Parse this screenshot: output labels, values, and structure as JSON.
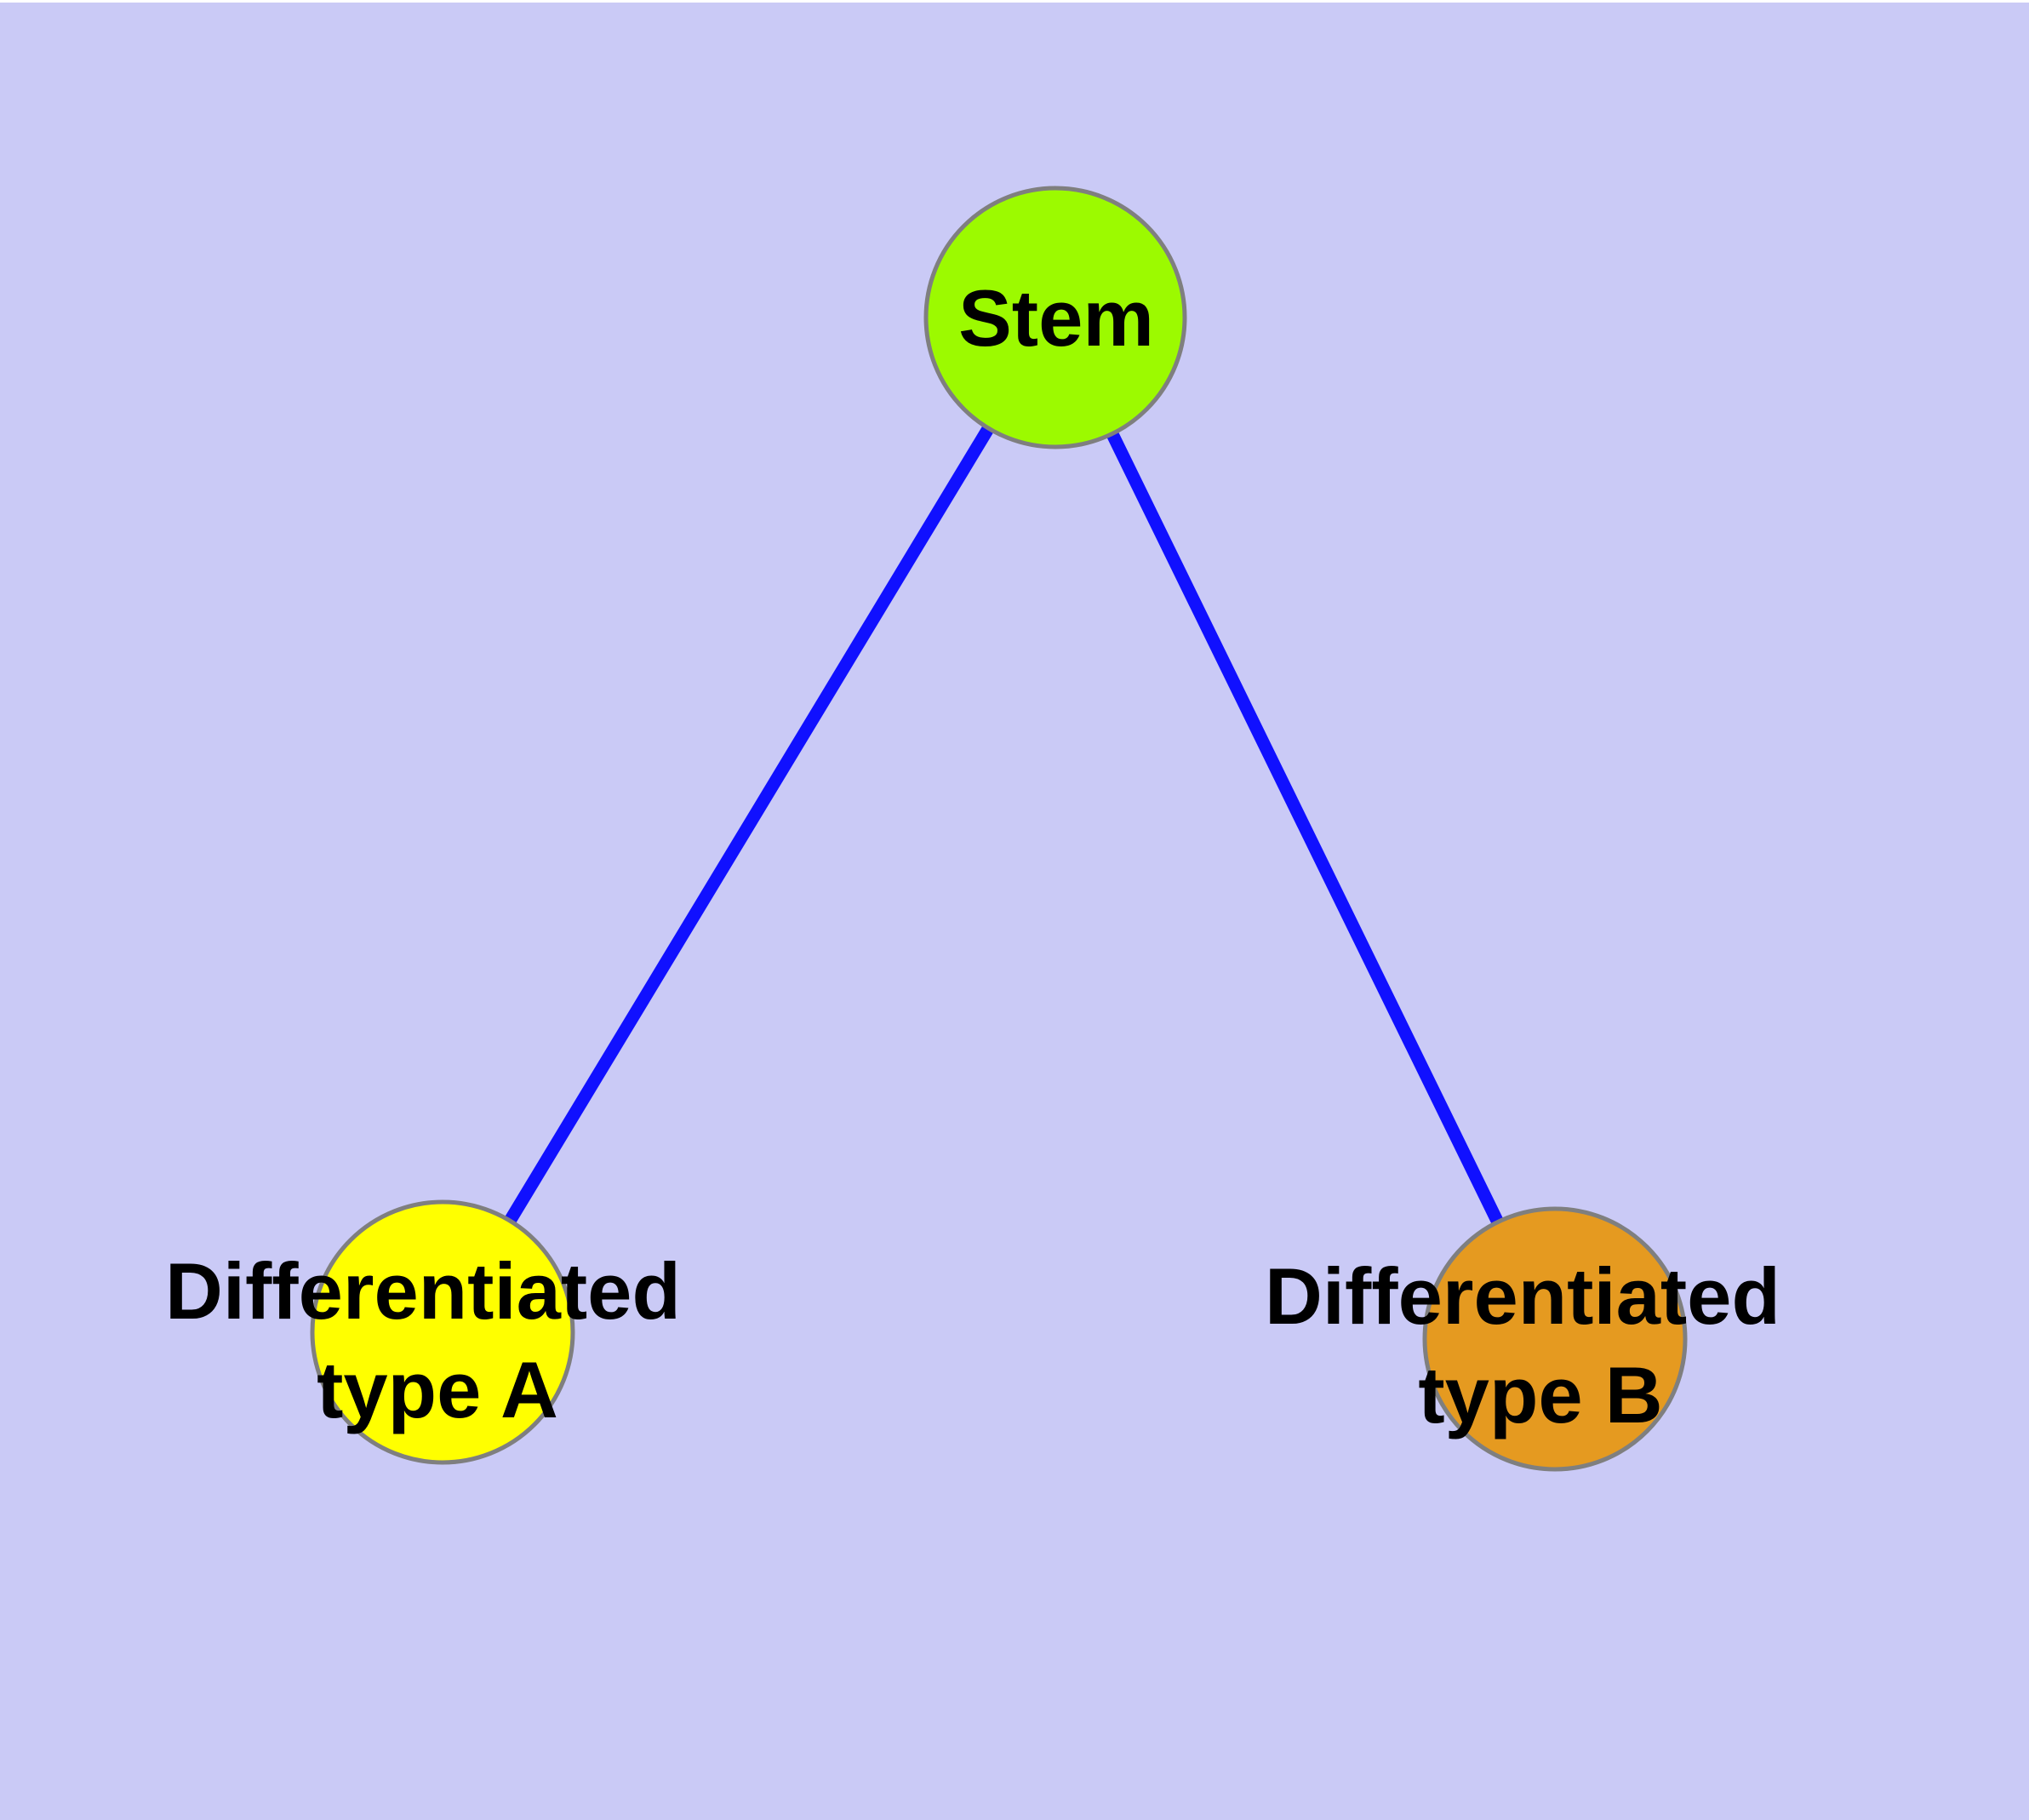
{
  "canvas": {
    "background_color": "#CACAF6",
    "frame_color": "#FFFFFF"
  },
  "graph": {
    "label_color": "#000000",
    "node_border_color": "#7F7F7F",
    "edge_color": "#1010FF",
    "nodes": [
      {
        "id": "stem",
        "label_lines": [
          "Stem"
        ],
        "fill": "#9CFA00",
        "stroke": "#7F7F7F"
      },
      {
        "id": "differentiated-type-a",
        "label_lines": [
          "Differentiated",
          "type A"
        ],
        "fill": "#FFFF00",
        "stroke": "#7F7F7F"
      },
      {
        "id": "differentiated-type-b",
        "label_lines": [
          "Differentiated",
          "type B"
        ],
        "fill": "#E59A20",
        "stroke": "#7F7F7F"
      }
    ],
    "edges": [
      {
        "from": "stem",
        "to": "differentiated-type-a",
        "color": "#1010FF"
      },
      {
        "from": "stem",
        "to": "differentiated-type-b",
        "color": "#1010FF"
      }
    ]
  }
}
